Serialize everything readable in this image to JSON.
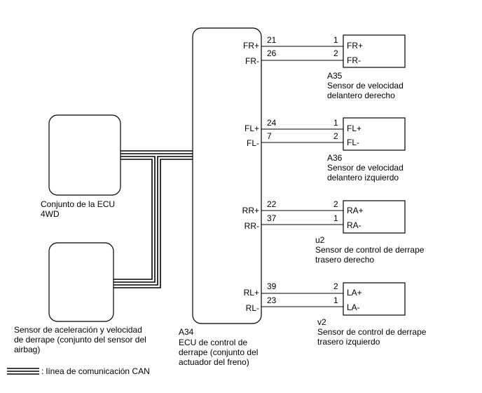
{
  "main_ecu": {
    "code": "A34",
    "name": "ECU de control de\nderrape (conjunto del\nactuador del freno)",
    "terminals": [
      "FR+",
      "FR-",
      "FL+",
      "FL-",
      "RR+",
      "RR-",
      "RL+",
      "RL-"
    ]
  },
  "wires": [
    {
      "ecu_pin": "21",
      "sensor_pin": "1"
    },
    {
      "ecu_pin": "26",
      "sensor_pin": "2"
    },
    {
      "ecu_pin": "24",
      "sensor_pin": "1"
    },
    {
      "ecu_pin": "7",
      "sensor_pin": "2"
    },
    {
      "ecu_pin": "22",
      "sensor_pin": "2"
    },
    {
      "ecu_pin": "37",
      "sensor_pin": "1"
    },
    {
      "ecu_pin": "39",
      "sensor_pin": "2"
    },
    {
      "ecu_pin": "23",
      "sensor_pin": "1"
    }
  ],
  "sensors": [
    {
      "code": "A35",
      "name": "Sensor de velocidad\ndelantero derecho",
      "terminals": [
        "FR+",
        "FR-"
      ]
    },
    {
      "code": "A36",
      "name": "Sensor de velocidad\ndelantero izquierdo",
      "terminals": [
        "FL+",
        "FL-"
      ]
    },
    {
      "code": "u2",
      "name": "Sensor de control de derrape\ntrasero derecho",
      "terminals": [
        "RA+",
        "RA-"
      ]
    },
    {
      "code": "v2",
      "name": "Sensor de control de derrape\ntrasero izquierdo",
      "terminals": [
        "LA+",
        "LA-"
      ]
    }
  ],
  "ecu_4wd": {
    "name": "Conjunto de la ECU\n4WD"
  },
  "airbag": {
    "name": "Sensor de aceleración y velocidad\nde derrape (conjunto del sensor del\nairbag)"
  },
  "legend": {
    "text": ": línea de comunicación CAN"
  }
}
